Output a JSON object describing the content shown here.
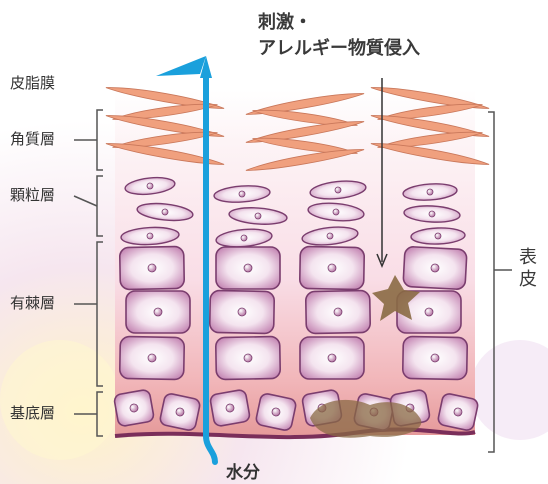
{
  "labels": {
    "stimulus_line1": "刺激・",
    "stimulus_line2": "アレルギー物質侵入",
    "water": "水分",
    "epidermis_char1": "表",
    "epidermis_char2": "皮"
  },
  "layers": {
    "sebum": "皮脂膜",
    "stratum_corneum": "角質層",
    "stratum_granulosum": "顆粒層",
    "stratum_spinosum": "有棘層",
    "stratum_basale": "基底層"
  },
  "colors": {
    "water_arrow": "#1aa0dc",
    "keratin": "#f0a07e",
    "cell_fill": "#e8c6dd",
    "cell_stroke": "#7a3d6e",
    "allergen": "#8a6a44",
    "bracket": "#555555"
  }
}
